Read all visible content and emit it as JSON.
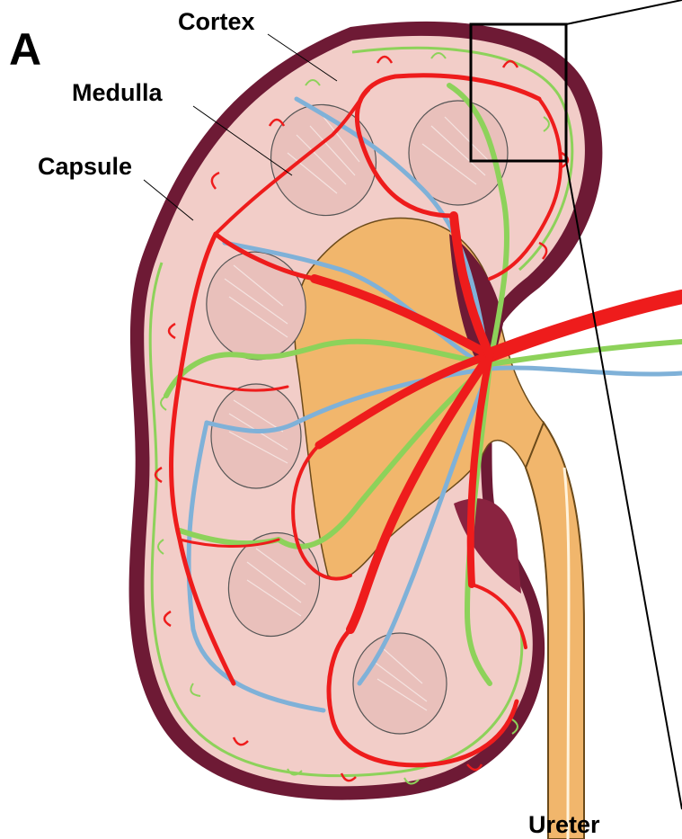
{
  "figure": {
    "panel_letter": "A",
    "labels": {
      "cortex": "Cortex",
      "medulla": "Medulla",
      "capsule": "Capsule",
      "ureter": "Ureter"
    }
  },
  "colors": {
    "capsule": "#6e1a35",
    "cortex": "#f2cdc8",
    "medulla_pyramid": "#e9c0bb",
    "pelvis": "#f1b66c",
    "artery": "#ee1c1c",
    "vein": "#7fb1d8",
    "lymph": "#8dd25a",
    "outline": "#000000"
  }
}
